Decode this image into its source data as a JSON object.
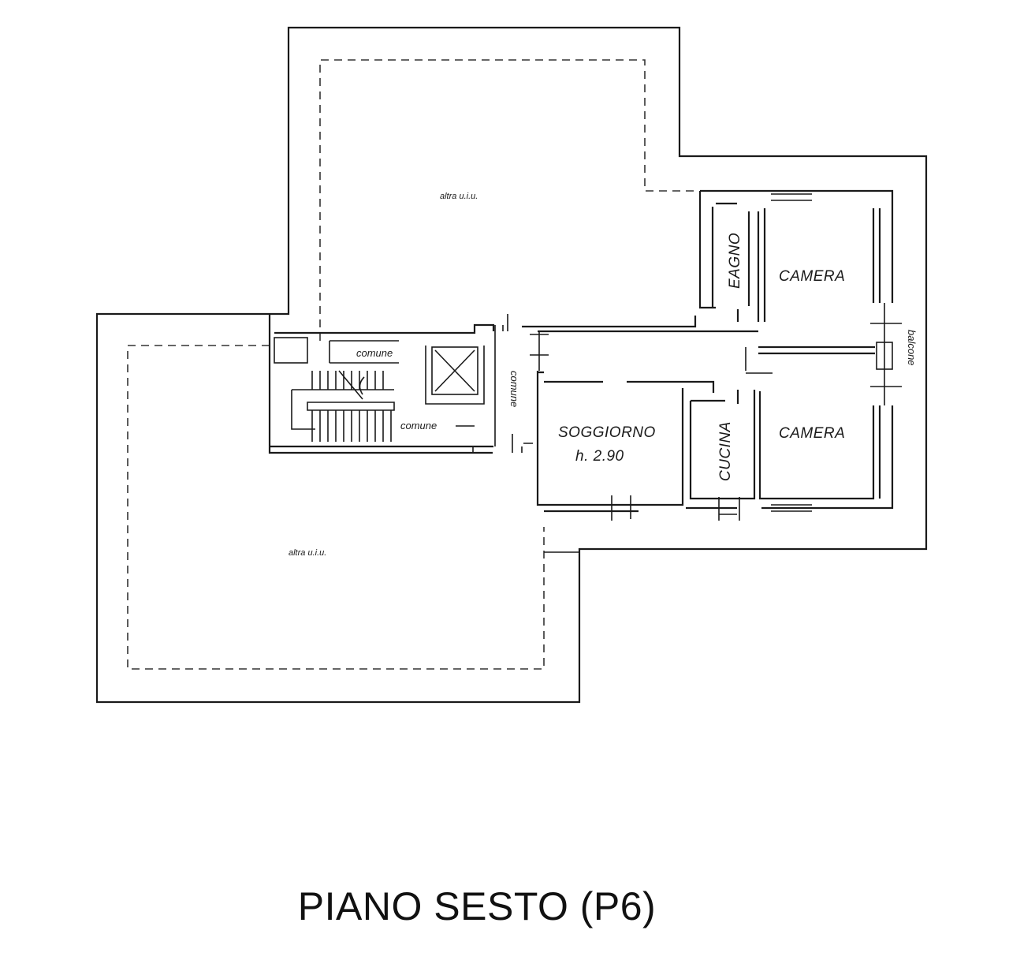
{
  "title": "PIANO SESTO (P6)",
  "rooms": {
    "bagno": "EAGNO",
    "camera_top": "CAMERA",
    "camera_bottom": "CAMERA",
    "soggiorno": "SOGGIORNO",
    "soggiorno_height": "h. 2.90",
    "cucina": "CUCINA",
    "balcone": "balcone"
  },
  "common": {
    "comune_top": "comune",
    "comune_middle": "comune",
    "comune_vertical": "comune"
  },
  "other_units": {
    "top": "altra u.i.u.",
    "bottom": "altra u.i.u."
  }
}
